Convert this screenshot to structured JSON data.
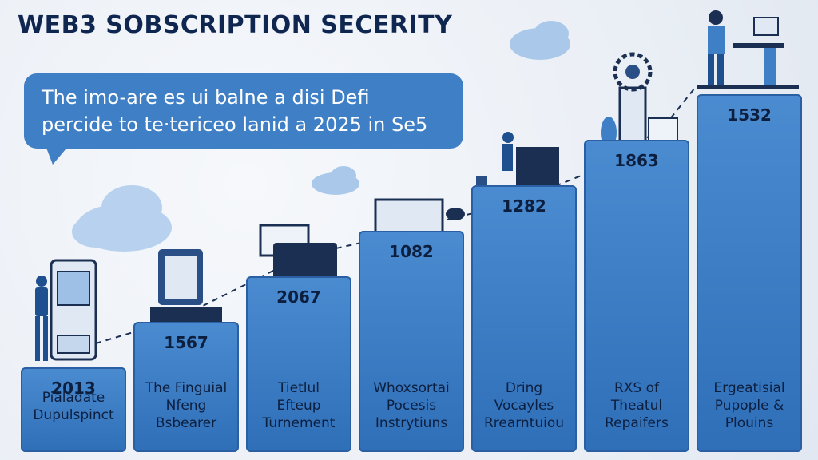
{
  "title": "WEB3 SOBSCRIPTION SECERITY",
  "callout": {
    "line1": "The imo-are es ui balne a disi Defi",
    "line2": "percide to te·tericеo lanid a 2025 in Se5"
  },
  "colors": {
    "bar": "#3f7fc6",
    "title": "#0f2650",
    "cloud": "#a9c8ea"
  },
  "icons": [
    "person-icon",
    "atm-machine-icon",
    "tablet-icon",
    "monitor-icon",
    "laptop-icon",
    "cart-icon",
    "server-icon",
    "gear-icon",
    "plant-icon",
    "person-at-desk-icon",
    "cloud-icon"
  ],
  "chart_data": {
    "type": "bar",
    "title": "WEB3 SOBSCRIPTION SECERITY",
    "xlabel": "",
    "ylabel": "",
    "values": [
      2013,
      1567,
      2067,
      1082,
      1282,
      1863,
      1532
    ],
    "value_labels": [
      "2013",
      "1567",
      "2067",
      "1082",
      "1282",
      "1863",
      "1532"
    ],
    "categories": [
      [
        "Pialadate",
        "Dupulspinct"
      ],
      [
        "The Finguial",
        "Nfeng",
        "Bsbearer"
      ],
      [
        "Tietlul",
        "Efteup",
        "Turnement"
      ],
      [
        "Whoxsortai",
        "Pocesis",
        "Instrytiuns"
      ],
      [
        "Dring",
        "Vocayles",
        "Rrearntuiou"
      ],
      [
        "RXS of",
        "Theatul",
        "Repaifers"
      ],
      [
        "Ergeatisial",
        "Pupople &",
        "Plouins"
      ]
    ],
    "grid": false,
    "legend": "none",
    "note": "bar heights follow left-to-right rank, not printed value"
  }
}
